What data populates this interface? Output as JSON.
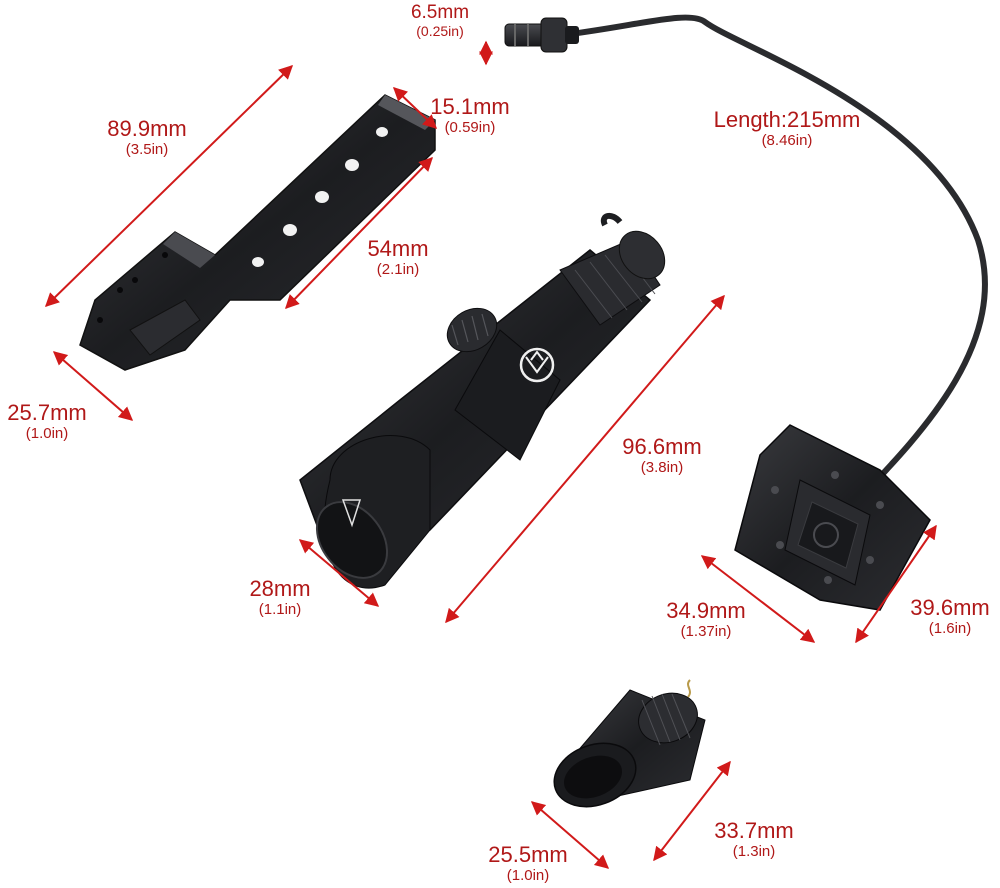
{
  "accent_color": "#d11a1a",
  "product_color": "#222326",
  "dimensions": [
    {
      "id": "connector-height",
      "mm": "6.5mm",
      "in": "(0.25in)"
    },
    {
      "id": "cable-length",
      "mm": "Length:215mm",
      "in": "(8.46in)"
    },
    {
      "id": "mount-length",
      "mm": "89.9mm",
      "in": "(3.5in)"
    },
    {
      "id": "mount-width",
      "mm": "15.1mm",
      "in": "(0.59in)"
    },
    {
      "id": "mount-rail-length",
      "mm": "54mm",
      "in": "(2.1in)"
    },
    {
      "id": "mount-height",
      "mm": "25.7mm",
      "in": "(1.0in)"
    },
    {
      "id": "flashlight-length",
      "mm": "96.6mm",
      "in": "(3.8in)"
    },
    {
      "id": "flashlight-head-diameter",
      "mm": "28mm",
      "in": "(1.1in)"
    },
    {
      "id": "pressure-switch-length",
      "mm": "34.9mm",
      "in": "(1.37in)"
    },
    {
      "id": "pressure-switch-width",
      "mm": "39.6mm",
      "in": "(1.6in)"
    },
    {
      "id": "tailcap-diameter",
      "mm": "25.5mm",
      "in": "(1.0in)"
    },
    {
      "id": "tailcap-length",
      "mm": "33.7mm",
      "in": "(1.3in)"
    }
  ]
}
